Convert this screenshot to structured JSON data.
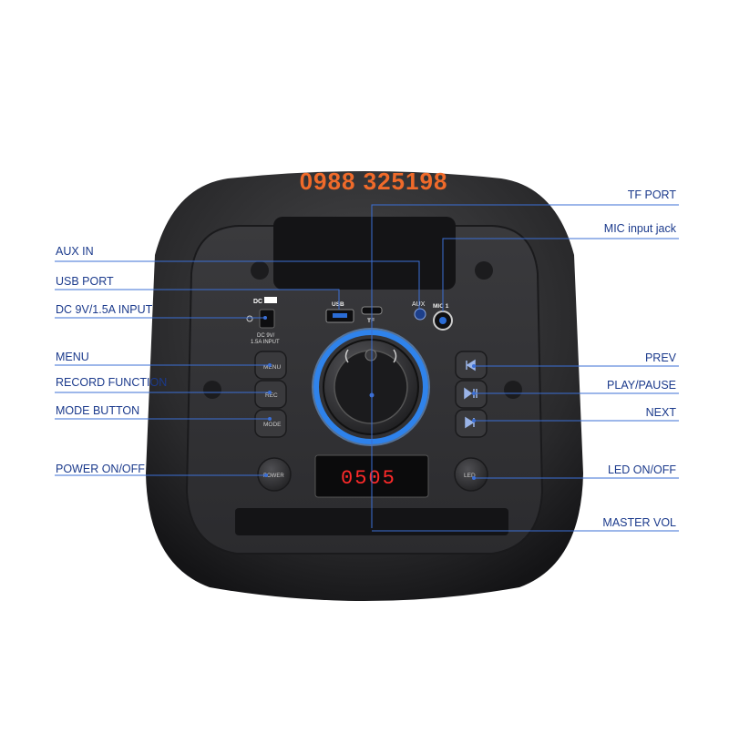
{
  "phone_number": "0988 325198",
  "labels": {
    "aux_in": "AUX IN",
    "usb_port": "USB PORT",
    "dc_input": "DC 9V/1.5A INPUT",
    "menu": "MENU",
    "record_function": "RECORD FUNCTION",
    "mode_button": "MODE BUTTON",
    "power": "POWER ON/OFF",
    "tf_port": "TF PORT",
    "mic_input": "MIC input jack",
    "prev": "PREV",
    "play_pause": "PLAY/PAUSE",
    "next": "NEXT",
    "led": "LED ON/OFF",
    "master_vol": "MASTER VOL"
  },
  "panel_text": {
    "usb": "USB",
    "tf": "TF",
    "aux": "AUX",
    "mic": "MIC 1",
    "dc": "DC",
    "dc_spec_line1": "DC 9V/",
    "dc_spec_line2": "1.5A INPUT",
    "btn_menu": "MENU",
    "btn_rec": "REC",
    "btn_mode": "MODE",
    "btn_power": "POWER",
    "btn_led": "LED",
    "display": "0505"
  },
  "colors": {
    "callout_line": "#3b6fd6",
    "label_text": "#1b3a8c",
    "phone_text": "#ef6a2a",
    "display_digits": "#ff2a2a",
    "knob_ring": "#2f8cff"
  },
  "icons": [
    "prev-icon",
    "play-pause-icon",
    "next-icon",
    "volume-knob-icon"
  ]
}
